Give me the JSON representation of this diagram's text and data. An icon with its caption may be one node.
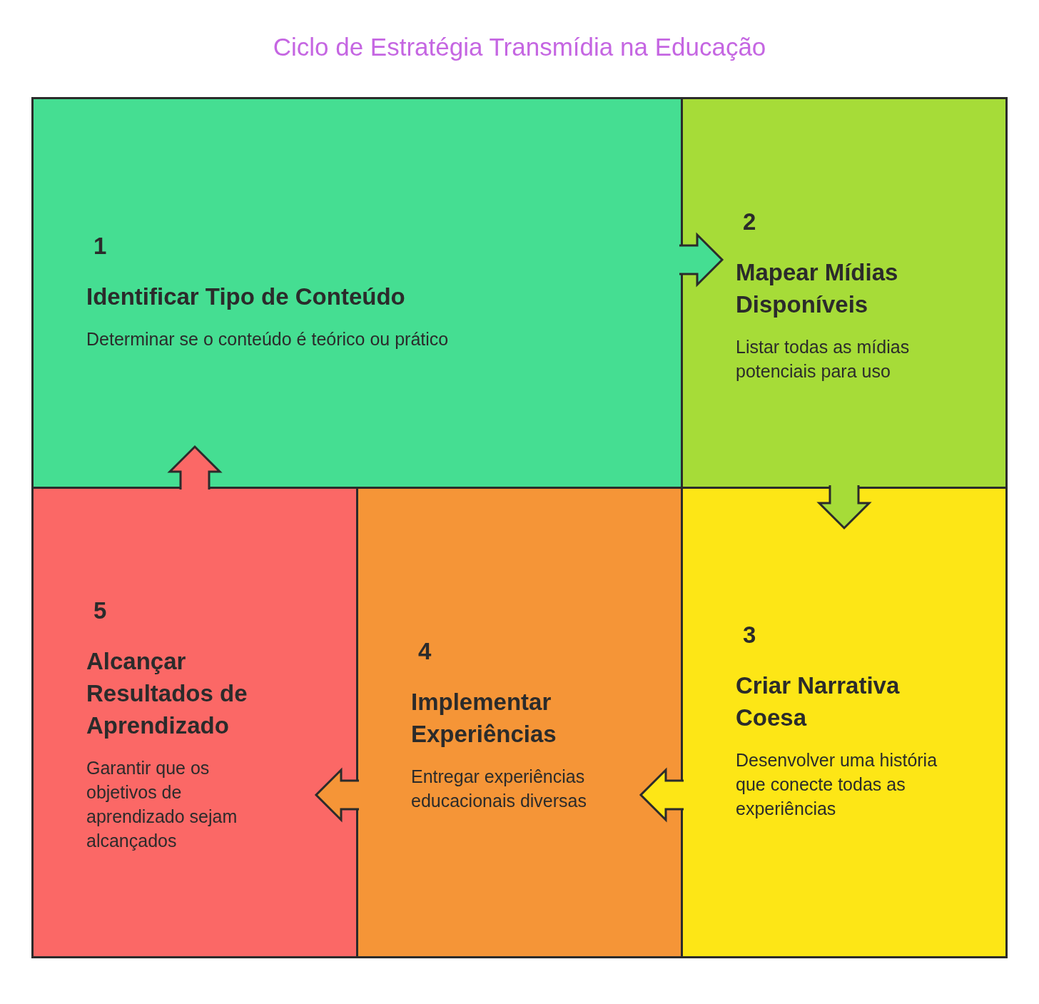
{
  "diagram": {
    "title": "Ciclo de Estratégia Transmídia na Educação",
    "nodes": [
      {
        "text": [
          "1",
          "Identificar Tipo de Conteúdo",
          "Determinar se o conteúdo é teórico ou prático"
        ]
      },
      {
        "text": [
          "2",
          "Mapear Mídias Disponíveis",
          "Listar todas as mídias potenciais para uso"
        ]
      },
      {
        "text": [
          "3",
          "Criar Narrativa Coesa",
          "Desenvolver uma história que conecte todas as experiências"
        ]
      },
      {
        "text": [
          "4",
          "Implementar Experiências",
          "Entregar experiências educacionais diversas"
        ]
      },
      {
        "text": [
          "5",
          "Alcançar Resultados de Aprendizado",
          "Garantir que os objetivos de aprendizado sejam alcançados"
        ]
      }
    ],
    "edges": [
      {
        "from": 0,
        "to": 1,
        "arrow": "to"
      },
      {
        "from": 1,
        "to": 2,
        "arrow": "to"
      },
      {
        "from": 2,
        "to": 3,
        "arrow": "to"
      },
      {
        "from": 3,
        "to": 4,
        "arrow": "to"
      },
      {
        "from": 4,
        "to": 0,
        "arrow": "to"
      }
    ]
  }
}
